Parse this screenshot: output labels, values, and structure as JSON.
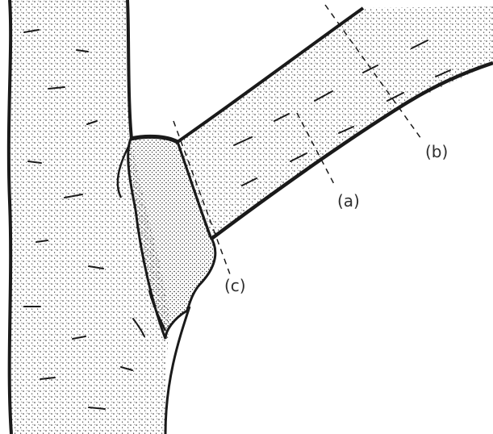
{
  "labels": {
    "a": "(a)",
    "b": "(b)",
    "c": "(c)"
  },
  "colors": {
    "ink": "#1a1a1a",
    "label": "#2f2f2f",
    "background": "#ffffff"
  },
  "icons": [
    "tree-trunk",
    "branch",
    "branch-collar",
    "cut-line"
  ]
}
